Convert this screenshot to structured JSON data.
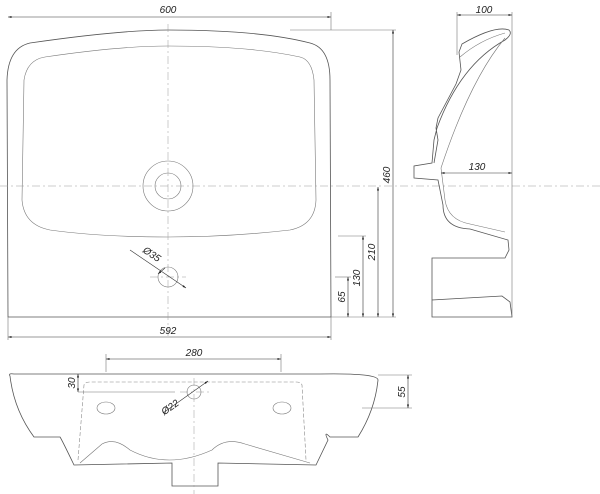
{
  "title": "Washbasin technical drawing",
  "top_view": {
    "width_label": "600",
    "depth_label": "460",
    "base_width_label": "592",
    "drain_height_label": "210",
    "tap_height_label": "130",
    "tap_offset_label": "65",
    "tap_hole_label": "Ø35"
  },
  "side_view": {
    "rim_depth_label": "100",
    "bowl_depth_label": "130"
  },
  "front_view": {
    "fixing_span_label": "280",
    "rim_offset_label": "30",
    "overflow_label": "Ø22",
    "fixing_height_label": "55"
  },
  "colors": {
    "line": "#555555",
    "background": "#ffffff"
  }
}
